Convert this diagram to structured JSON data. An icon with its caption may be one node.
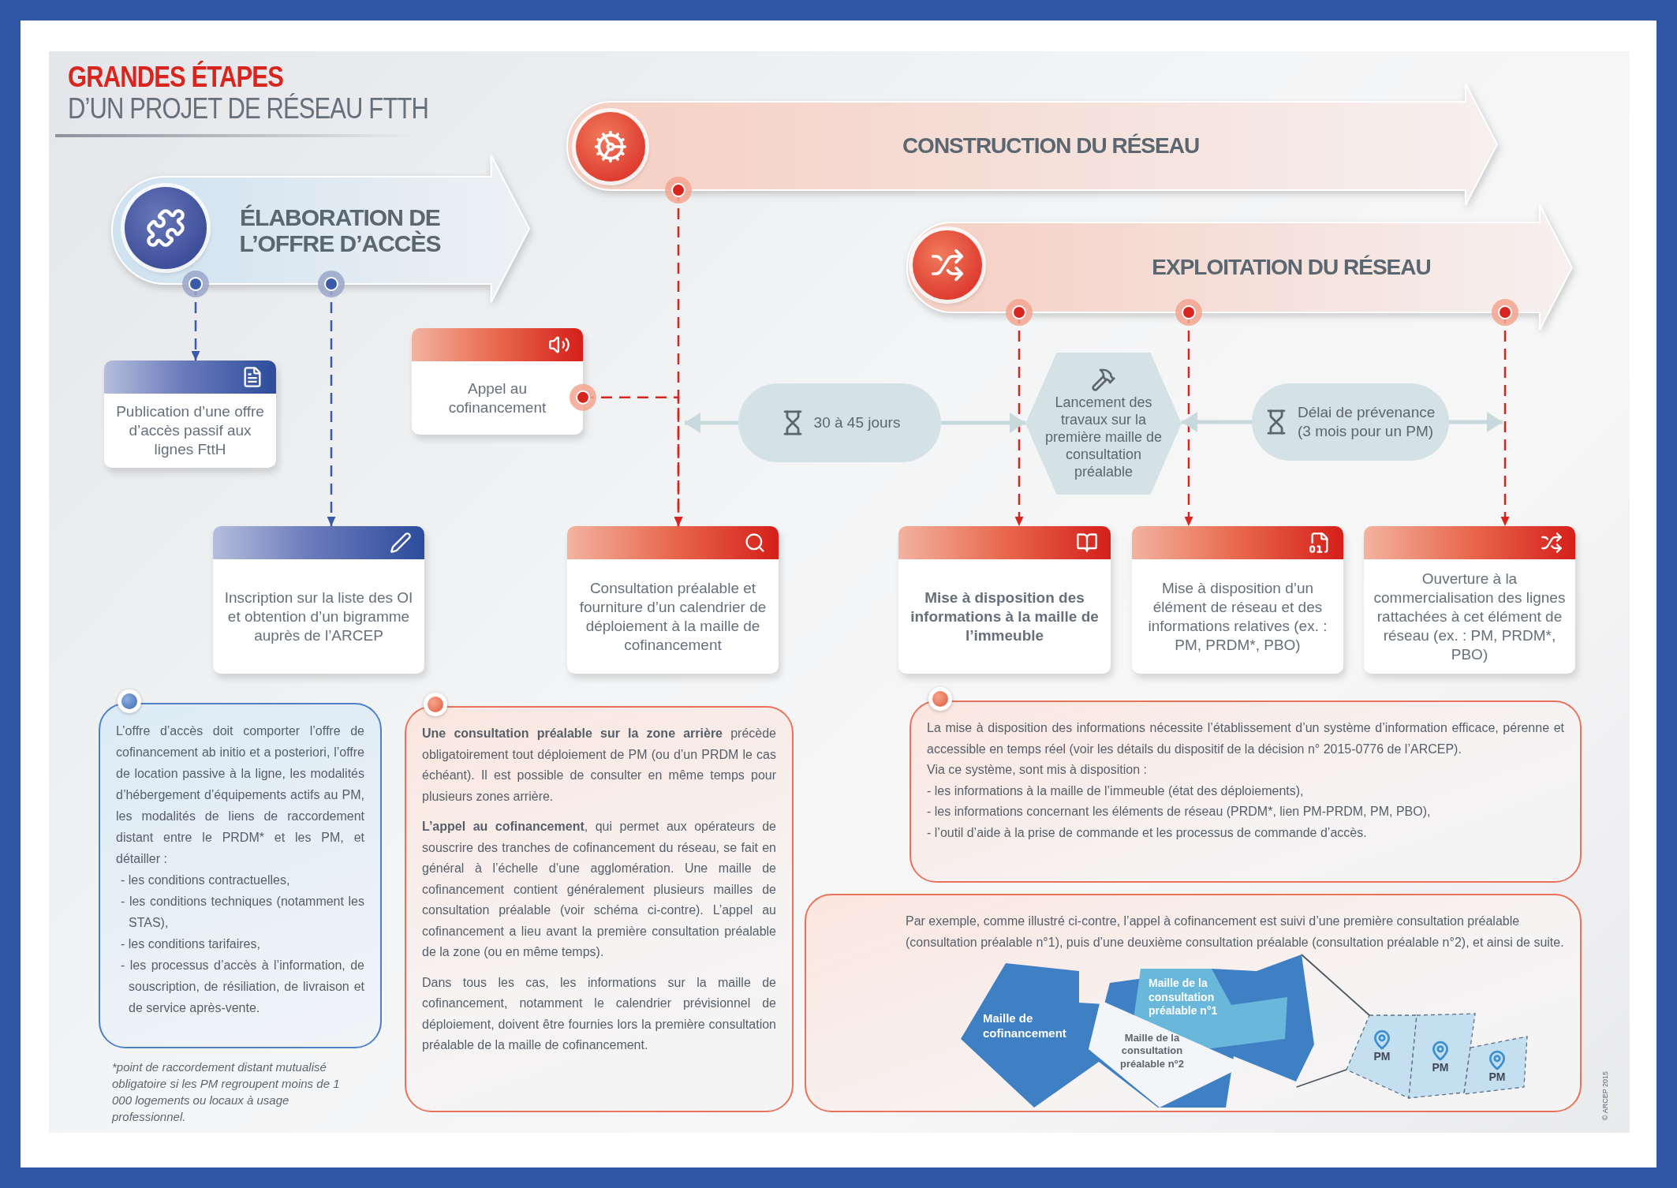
{
  "diagram": {
    "title": "**GRANDES ÉTAPES** D’UN PROJET DE RÉSEAU FTTH",
    "nodes": [
      {
        "text": [
          "ÉLABORATION DE L’OFFRE D’ACCÈS"
        ]
      },
      {
        "text": [
          "CONSTRUCTION DU RÉSEAU"
        ]
      },
      {
        "text": [
          "EXPLOITATION DU RÉSEAU"
        ]
      },
      {
        "text": [
          "Publication d’une offre d’accès passif aux lignes FttH"
        ]
      },
      {
        "text": [
          "Appel au cofinancement"
        ]
      },
      {
        "text": [
          "Inscription sur la liste des OI et obtention d’un bigramme auprès de l’ARCEP"
        ]
      },
      {
        "text": [
          "Consultation préalable et fourniture d’un calendrier de déploiement à la maille de cofinancement"
        ]
      },
      {
        "text": [
          "Mise à disposition des informations à la maille de l’immeuble"
        ]
      },
      {
        "text": [
          "Mise à disposition d’un élément de réseau et des informations relatives (ex. : PM, PRDM*, PBO)"
        ]
      },
      {
        "text": [
          "Ouverture à la commercialisation des lignes rattachées à cet élément de réseau (ex. : PM, PRDM*, PBO)"
        ]
      },
      {
        "text": [
          "30 à 45 jours"
        ]
      },
      {
        "text": [
          "Lancement des travaux sur la première maille de consultation préalable"
        ]
      },
      {
        "text": [
          "Délai de prévenance (3 mois pour un PM)"
        ]
      },
      {
        "text": [
          "L’offre d’accès doit comporter l’offre de cofinancement ab initio et a posteriori, l’offre de location passive à la ligne, les modalités d’hébergement d’équipements actifs au PM, les modalités de liens de raccordement distant entre le PRDM* et les PM, et détailler :",
          "- les conditions contractuelles,",
          "- les conditions techniques (notamment les STAS),",
          "- les conditions tarifaires,",
          "- les processus d’accès à l’information, de souscription, de résiliation, de livraison et de service après-vente."
        ]
      },
      {
        "text": [
          "**Une consultation préalable sur la zone arrière** précède obligatoirement tout déploiement de PM (ou d’un PRDM le cas échéant). Il est possible de consulter en même temps pour plusieurs zones arrière.",
          "**L’appel au cofinancement**, qui permet aux opérateurs de souscrire des tranches de cofinancement du réseau, se fait en général à l’échelle d’une agglomération. Une maille de cofinancement contient généralement plusieurs mailles de consultation préalable (voir schéma ci-contre). L’appel au cofinancement a lieu avant la première consultation préalable de la zone (ou en même temps).",
          "Dans tous les cas, les informations sur la maille de cofinancement, notamment le calendrier prévisionnel de déploiement, doivent être fournies lors la première consultation préalable de la maille de cofinancement."
        ]
      },
      {
        "text": [
          "La mise à disposition des informations nécessite l’établissement d’un système d’information efficace, pérenne et accessible en temps réel (voir les détails du dispositif de la décision n° 2015-0776 de l’ARCEP).",
          "Via ce système, sont mis à disposition :",
          "- les informations à la maille de l’immeuble (état des déploiements),",
          "- les informations concernant les éléments de réseau (PRDM*, lien PM-PRDM, PM, PBO),",
          "- l’outil d’aide à la prise de commande et les processus de commande d’accès."
        ]
      },
      {
        "text": [
          "Par exemple, comme illustré ci-contre, l’appel à cofinancement est suivi d’une première consultation préalable (consultation préalable n°1), puis d’une deuxième consultation préalable (consultation préalable n°2), et ainsi de suite."
        ]
      },
      {
        "text": [
          "Maille de cofinancement"
        ],
        "in": 16
      },
      {
        "text": [
          "Maille de la consultation préalable n°1"
        ],
        "in": 17
      },
      {
        "text": [
          "Maille de la consultation préalable n°2"
        ],
        "in": 17
      },
      {
        "text": [
          "PM"
        ],
        "in": 16
      },
      {
        "text": [
          "PM"
        ],
        "in": 16
      },
      {
        "text": [
          "PM"
        ],
        "in": 16
      }
    ],
    "edges": [
      {
        "from": 0,
        "to": 3,
        "arrow": "to",
        "style": "dashed",
        "color": "#3a5aa8"
      },
      {
        "from": 0,
        "to": 5,
        "arrow": "to",
        "style": "dashed",
        "color": "#3a5aa8"
      },
      {
        "from": 1,
        "to": 6,
        "arrow": "to",
        "style": "dashed"
      },
      {
        "from": 4,
        "to": 6,
        "arrow": "to",
        "style": "dashed"
      },
      {
        "from": 2,
        "to": 7,
        "arrow": "to",
        "style": "dashed"
      },
      {
        "from": 2,
        "to": 8,
        "arrow": "to",
        "style": "dashed"
      },
      {
        "from": 2,
        "to": 9,
        "arrow": "to",
        "style": "dashed"
      },
      {
        "from": 10,
        "to": null,
        "arrow": "to",
        "color": "#c8d9dd"
      },
      {
        "from": 10,
        "to": 11,
        "arrow": "to",
        "color": "#c8d9dd"
      },
      {
        "from": 12,
        "to": 11,
        "arrow": "to",
        "color": "#c8d9dd"
      },
      {
        "from": 12,
        "to": null,
        "arrow": "to",
        "color": "#c8d9dd"
      },
      {
        "from": 17,
        "to": 20,
        "arrow": "none",
        "color": "#4a5561"
      },
      {
        "from": 17,
        "to": 20,
        "arrow": "none",
        "color": "#4a5561"
      }
    ],
    "labels": [
      "*point de raccordement distant mutualisé obligatoire si les PM regroupent moins de 1 000 logements ou locaux à usage professionnel.",
      "© ARCEP 2015"
    ]
  }
}
